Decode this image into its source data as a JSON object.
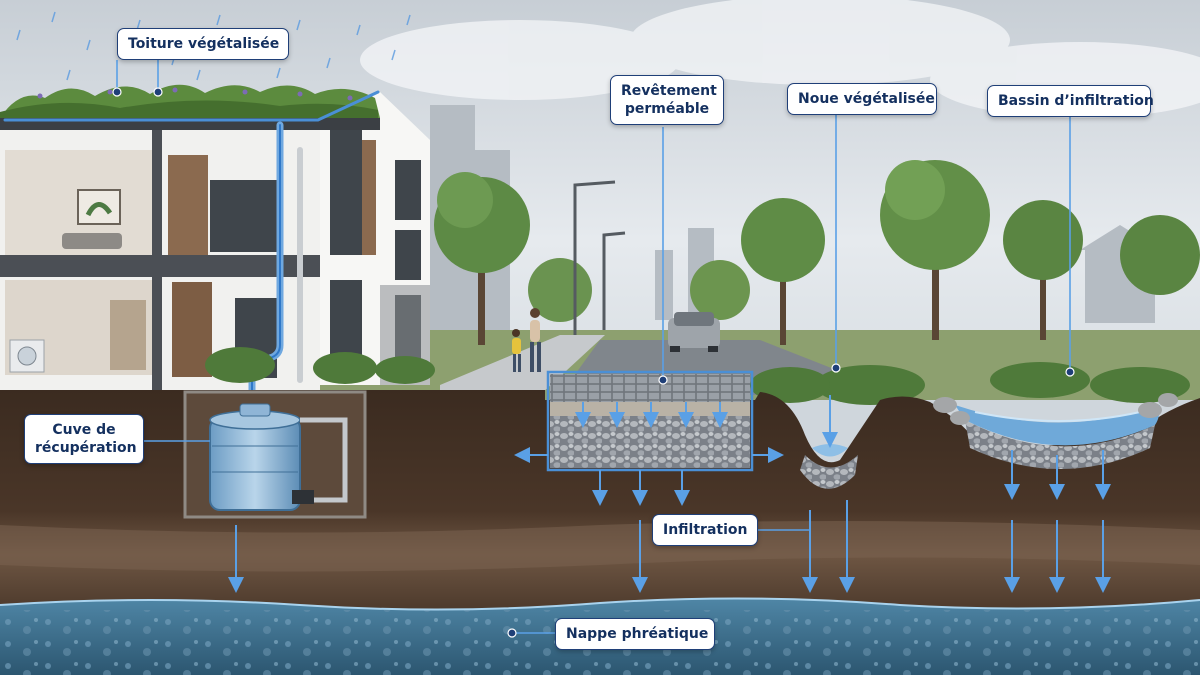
{
  "labels": {
    "green_roof": "Toiture végétalisée",
    "permeable_paving_line1": "Revêtement",
    "permeable_paving_line2": "perméable",
    "swale": "Noue végétalisée",
    "infiltration_basin": "Bassin d’infiltration",
    "tank_line1": "Cuve de",
    "tank_line2": "récupération",
    "infiltration": "Infiltration",
    "groundwater": "Nappe phréatique"
  },
  "colors": {
    "label_border": "#1f3f78",
    "label_text": "#14305f",
    "water_blue": "#4a8fd6",
    "arrow_blue": "#2f78c8",
    "groundwater": "#3d6f8c",
    "soil_dark": "#3f2e22",
    "soil_mid": "#6b5240",
    "vegetation": "#4f7a3a",
    "sky": "#dfe5ea"
  },
  "icons": {
    "rain": "rain-drops",
    "arrow": "arrow-down"
  }
}
